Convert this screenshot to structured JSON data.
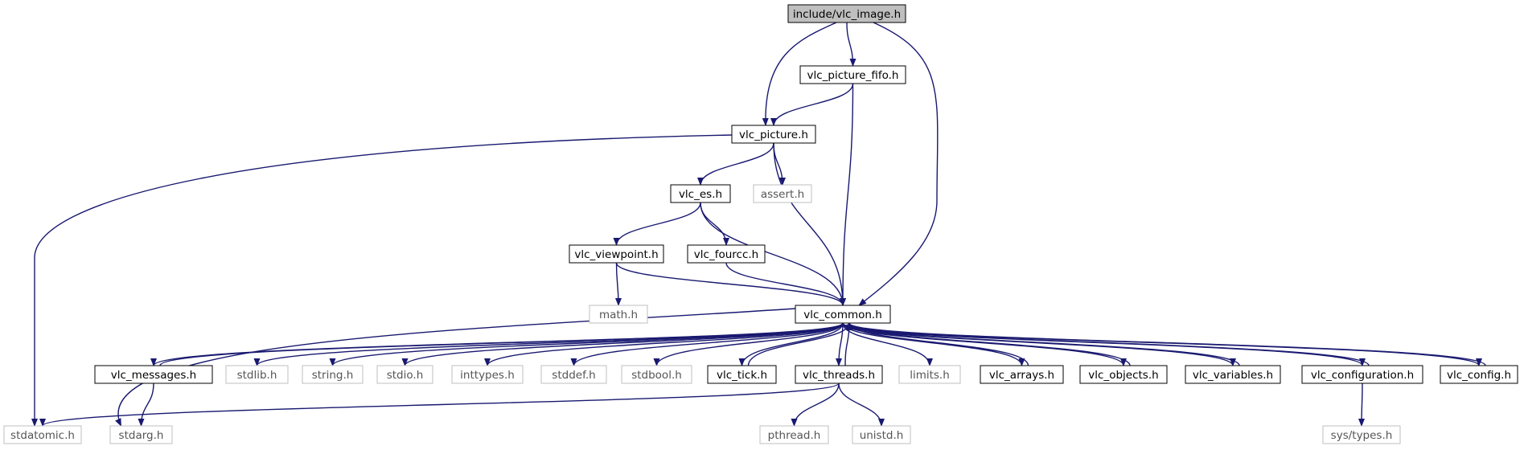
{
  "colors": {
    "edge": "#191970",
    "root_fill": "#bfbfbf",
    "system_stroke": "#bfbfbf",
    "primary_stroke": "#000000"
  },
  "nodes": [
    {
      "id": "vlc_image",
      "label": "include/vlc_image.h",
      "kind": "root"
    },
    {
      "id": "vlc_picture_fifo",
      "label": "vlc_picture_fifo.h",
      "kind": "primary"
    },
    {
      "id": "vlc_picture",
      "label": "vlc_picture.h",
      "kind": "primary"
    },
    {
      "id": "vlc_es",
      "label": "vlc_es.h",
      "kind": "primary"
    },
    {
      "id": "assert",
      "label": "assert.h",
      "kind": "system"
    },
    {
      "id": "vlc_viewpoint",
      "label": "vlc_viewpoint.h",
      "kind": "primary"
    },
    {
      "id": "vlc_fourcc",
      "label": "vlc_fourcc.h",
      "kind": "primary"
    },
    {
      "id": "math",
      "label": "math.h",
      "kind": "system"
    },
    {
      "id": "vlc_common",
      "label": "vlc_common.h",
      "kind": "primary"
    },
    {
      "id": "vlc_messages",
      "label": "vlc_messages.h",
      "kind": "primary"
    },
    {
      "id": "stdlib",
      "label": "stdlib.h",
      "kind": "system"
    },
    {
      "id": "string",
      "label": "string.h",
      "kind": "system"
    },
    {
      "id": "stdio",
      "label": "stdio.h",
      "kind": "system"
    },
    {
      "id": "inttypes",
      "label": "inttypes.h",
      "kind": "system"
    },
    {
      "id": "stddef",
      "label": "stddef.h",
      "kind": "system"
    },
    {
      "id": "stdbool",
      "label": "stdbool.h",
      "kind": "system"
    },
    {
      "id": "vlc_tick",
      "label": "vlc_tick.h",
      "kind": "primary"
    },
    {
      "id": "vlc_threads",
      "label": "vlc_threads.h",
      "kind": "primary"
    },
    {
      "id": "limits",
      "label": "limits.h",
      "kind": "system"
    },
    {
      "id": "vlc_arrays",
      "label": "vlc_arrays.h",
      "kind": "primary"
    },
    {
      "id": "vlc_objects",
      "label": "vlc_objects.h",
      "kind": "primary"
    },
    {
      "id": "vlc_variables",
      "label": "vlc_variables.h",
      "kind": "primary"
    },
    {
      "id": "vlc_configuration",
      "label": "vlc_configuration.h",
      "kind": "primary"
    },
    {
      "id": "vlc_config",
      "label": "vlc_config.h",
      "kind": "primary"
    },
    {
      "id": "stdatomic",
      "label": "stdatomic.h",
      "kind": "system"
    },
    {
      "id": "stdarg",
      "label": "stdarg.h",
      "kind": "system"
    },
    {
      "id": "pthread",
      "label": "pthread.h",
      "kind": "system"
    },
    {
      "id": "unistd",
      "label": "unistd.h",
      "kind": "system"
    },
    {
      "id": "sys_types",
      "label": "sys/types.h",
      "kind": "system"
    }
  ],
  "edges": [
    [
      "vlc_image",
      "vlc_picture"
    ],
    [
      "vlc_image",
      "vlc_picture_fifo"
    ],
    [
      "vlc_image",
      "vlc_common"
    ],
    [
      "vlc_picture_fifo",
      "vlc_picture"
    ],
    [
      "vlc_picture_fifo",
      "vlc_common"
    ],
    [
      "vlc_picture",
      "stdatomic"
    ],
    [
      "vlc_picture",
      "vlc_es"
    ],
    [
      "vlc_picture",
      "assert"
    ],
    [
      "vlc_picture",
      "vlc_common"
    ],
    [
      "vlc_es",
      "vlc_viewpoint"
    ],
    [
      "vlc_es",
      "vlc_fourcc"
    ],
    [
      "vlc_es",
      "vlc_common"
    ],
    [
      "vlc_viewpoint",
      "math"
    ],
    [
      "vlc_viewpoint",
      "vlc_common"
    ],
    [
      "vlc_fourcc",
      "vlc_common"
    ],
    [
      "vlc_common",
      "stdarg"
    ],
    [
      "vlc_common",
      "vlc_messages"
    ],
    [
      "vlc_common",
      "stdlib"
    ],
    [
      "vlc_common",
      "string"
    ],
    [
      "vlc_common",
      "stdio"
    ],
    [
      "vlc_common",
      "inttypes"
    ],
    [
      "vlc_common",
      "stddef"
    ],
    [
      "vlc_common",
      "stdbool"
    ],
    [
      "vlc_common",
      "vlc_tick"
    ],
    [
      "vlc_common",
      "vlc_threads"
    ],
    [
      "vlc_common",
      "limits"
    ],
    [
      "vlc_common",
      "vlc_arrays"
    ],
    [
      "vlc_common",
      "vlc_objects"
    ],
    [
      "vlc_common",
      "vlc_variables"
    ],
    [
      "vlc_common",
      "vlc_configuration"
    ],
    [
      "vlc_common",
      "vlc_config"
    ],
    [
      "vlc_messages",
      "vlc_common"
    ],
    [
      "vlc_messages",
      "stdarg"
    ],
    [
      "vlc_tick",
      "vlc_common"
    ],
    [
      "vlc_threads",
      "vlc_common"
    ],
    [
      "vlc_threads",
      "stdatomic"
    ],
    [
      "vlc_threads",
      "pthread"
    ],
    [
      "vlc_threads",
      "unistd"
    ],
    [
      "vlc_arrays",
      "vlc_common"
    ],
    [
      "vlc_objects",
      "vlc_common"
    ],
    [
      "vlc_variables",
      "vlc_common"
    ],
    [
      "vlc_configuration",
      "vlc_common"
    ],
    [
      "vlc_configuration",
      "sys_types"
    ],
    [
      "vlc_config",
      "vlc_common"
    ]
  ]
}
